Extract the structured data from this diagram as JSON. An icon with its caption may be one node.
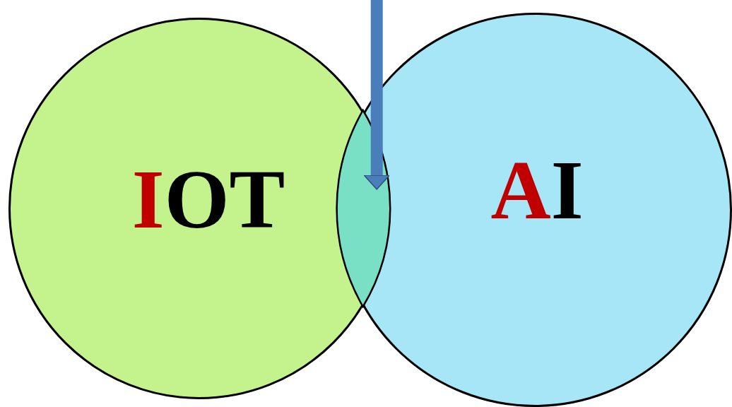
{
  "diagram": {
    "nodes": [
      {
        "text": [
          "IOT"
        ]
      },
      {
        "text": [
          "AI"
        ]
      },
      {
        "text": [],
        "shape": "lens"
      }
    ],
    "edges": [
      {
        "from": null,
        "to": 2,
        "arrow": "to"
      }
    ]
  }
}
